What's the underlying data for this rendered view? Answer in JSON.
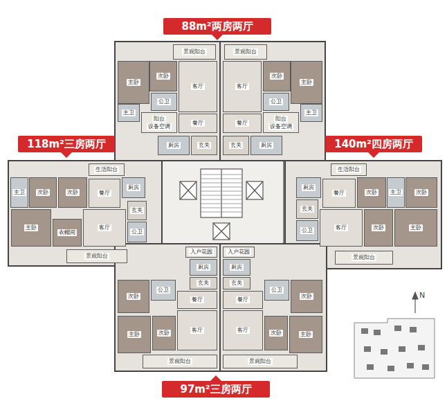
{
  "diagram": {
    "nodes": [
      {
        "text": [
          "88m²两房两厅"
        ]
      },
      {
        "text": [
          "景观阳台"
        ]
      },
      {
        "text": [
          "主卧"
        ]
      },
      {
        "text": [
          "次卧"
        ]
      },
      {
        "text": [
          "客厅"
        ]
      },
      {
        "text": [
          "主卫"
        ]
      },
      {
        "text": [
          "公卫"
        ]
      },
      {
        "text": [
          "阳台",
          "设备空调"
        ]
      },
      {
        "text": [
          "餐厅"
        ]
      },
      {
        "text": [
          "厨房"
        ]
      },
      {
        "text": [
          "玄关"
        ]
      },
      {
        "text": [
          "景观阳台"
        ]
      },
      {
        "text": [
          "主卧"
        ]
      },
      {
        "text": [
          "次卧"
        ]
      },
      {
        "text": [
          "客厅"
        ]
      },
      {
        "text": [
          "主卫"
        ]
      },
      {
        "text": [
          "公卫"
        ]
      },
      {
        "text": [
          "阳台",
          "设备空调"
        ]
      },
      {
        "text": [
          "餐厅"
        ]
      },
      {
        "text": [
          "厨房"
        ]
      },
      {
        "text": [
          "玄关"
        ]
      },
      {
        "text": [
          "118m²三房两厅"
        ]
      },
      {
        "text": [
          "生活阳台"
        ]
      },
      {
        "text": [
          "主卫"
        ]
      },
      {
        "text": [
          "次卧"
        ]
      },
      {
        "text": [
          "次卧"
        ]
      },
      {
        "text": [
          "餐厅"
        ]
      },
      {
        "text": [
          "厨房"
        ]
      },
      {
        "text": [
          "主卧"
        ]
      },
      {
        "text": [
          "衣帽间"
        ]
      },
      {
        "text": [
          "客厅"
        ]
      },
      {
        "text": [
          "玄关"
        ]
      },
      {
        "text": [
          "公卫"
        ]
      },
      {
        "text": [
          "景观阳台"
        ]
      },
      {
        "text": [
          "140m²四房两厅"
        ]
      },
      {
        "text": [
          "生活阳台"
        ]
      },
      {
        "text": [
          "厨房"
        ]
      },
      {
        "text": [
          "餐厅"
        ]
      },
      {
        "text": [
          "次卧"
        ]
      },
      {
        "text": [
          "主卫"
        ]
      },
      {
        "text": [
          "次卧"
        ]
      },
      {
        "text": [
          "玄关"
        ]
      },
      {
        "text": [
          "公卫"
        ]
      },
      {
        "text": [
          "客厅"
        ]
      },
      {
        "text": [
          "次卧"
        ]
      },
      {
        "text": [
          "主卧"
        ]
      },
      {
        "text": [
          "景观阳台"
        ]
      },
      {
        "text": [
          "入户花园"
        ]
      },
      {
        "text": [
          "厨房"
        ]
      },
      {
        "text": [
          "玄关"
        ]
      },
      {
        "text": [
          "次卧"
        ]
      },
      {
        "text": [
          "公卫"
        ]
      },
      {
        "text": [
          "餐厅"
        ]
      },
      {
        "text": [
          "客厅"
        ]
      },
      {
        "text": [
          "主卧"
        ]
      },
      {
        "text": [
          "次卧"
        ]
      },
      {
        "text": [
          "景观阳台"
        ]
      },
      {
        "text": [
          "入户花园"
        ]
      },
      {
        "text": [
          "厨房"
        ]
      },
      {
        "text": [
          "玄关"
        ]
      },
      {
        "text": [
          "次卧"
        ]
      },
      {
        "text": [
          "公卫"
        ]
      },
      {
        "text": [
          "餐厅"
        ]
      },
      {
        "text": [
          "客厅"
        ]
      },
      {
        "text": [
          "主卧"
        ]
      },
      {
        "text": [
          "次卧"
        ]
      },
      {
        "text": [
          "景观阳台"
        ]
      },
      {
        "text": [
          "97m²三房两厅"
        ]
      }
    ],
    "labels": [
      "N"
    ]
  }
}
